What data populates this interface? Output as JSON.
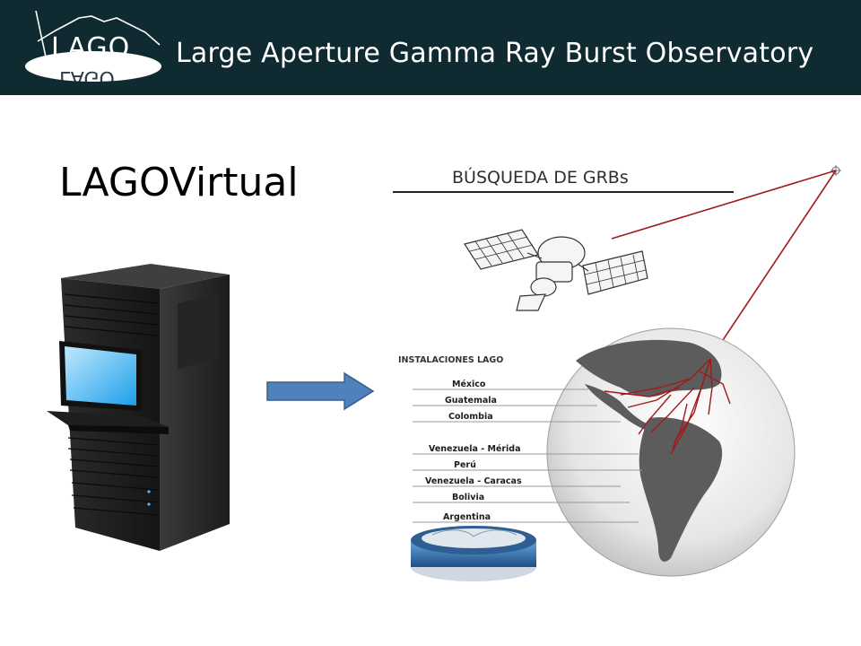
{
  "header": {
    "logo_text": "LAGO",
    "title": "Large Aperture Gamma Ray Burst Observatory"
  },
  "slide": {
    "title": "LAGOVirtual"
  },
  "diagram": {
    "heading": "BÚSQUEDA DE GRBs",
    "installations_heading": "INSTALACIONES LAGO",
    "installations": [
      "México",
      "Guatemala",
      "Colombia",
      "Venezuela - Mérida",
      "Perú",
      "Venezuela - Caracas",
      "Bolivia",
      "Argentina"
    ]
  },
  "colors": {
    "header_bg": "#0f2a30",
    "arrow_fill": "#4f81bd",
    "ray_color": "#a11a1a"
  }
}
